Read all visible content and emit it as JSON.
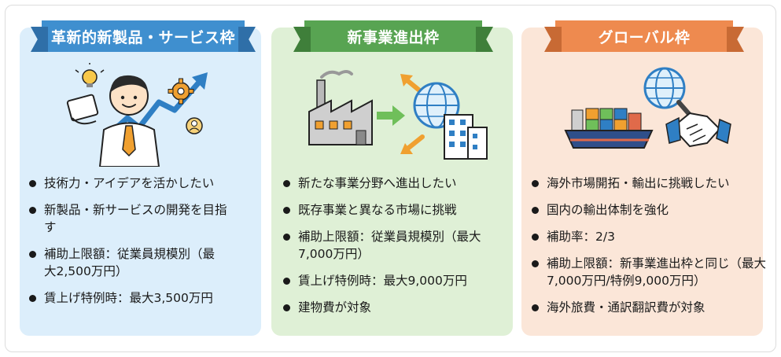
{
  "panels": [
    {
      "title": "革新的新製品・サービス枠",
      "points": [
        "技術力・アイデアを活かしたい",
        "新製品・新サービスの開発を目指す",
        "補助上限額：従業員規模別（最大2,500万円）",
        "賃上げ特例時：最大3,500万円"
      ]
    },
    {
      "title": "新事業進出枠",
      "points": [
        "新たな事業分野へ進出したい",
        "既存事業と異なる市場に挑戦",
        "補助上限額：従業員規模別（最大7,000万円）",
        "賃上げ特例時：最大9,000万円",
        "建物費が対象"
      ]
    },
    {
      "title": "グローバル枠",
      "points": [
        "海外市場開拓・輸出に挑戦したい",
        "国内の輸出体制を強化",
        "補助率：2/3",
        "補助上限額：新事業進出枠と同じ（最大7,000万円/特例9,000万円）",
        "海外旅費・通訳翻訳費が対象"
      ]
    }
  ],
  "colors": {
    "blue_banner": "#3f8fcf",
    "green_banner": "#58a452",
    "orange_banner": "#ee8a4f",
    "blue_bg": "#dceefb",
    "green_bg": "#dff0d6",
    "orange_bg": "#fbe6d8"
  }
}
